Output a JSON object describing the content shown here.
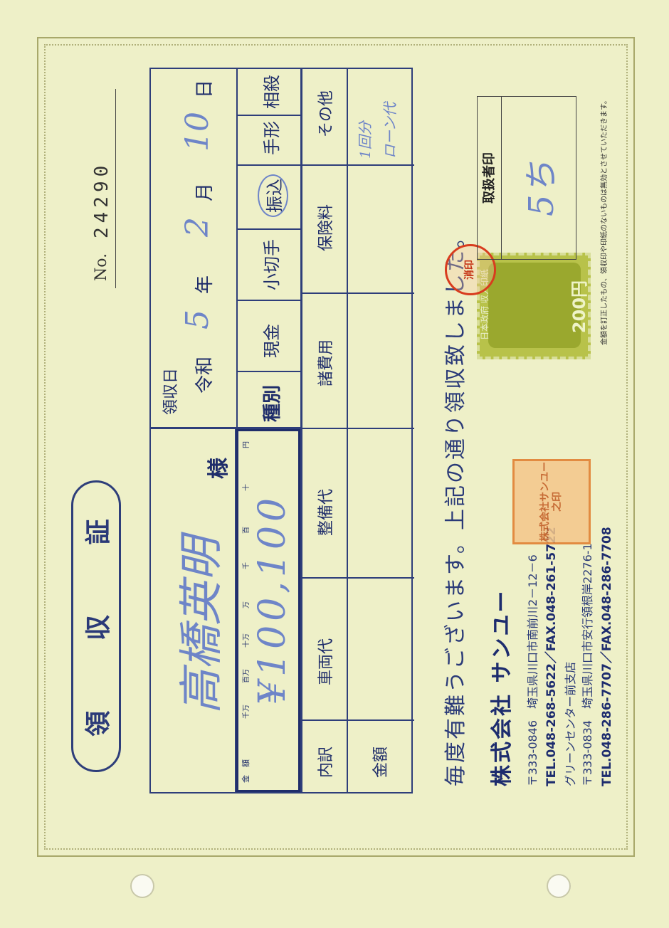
{
  "document": {
    "title_chars": [
      "領",
      "収",
      "証"
    ],
    "number_label": "No.",
    "number": "24290",
    "recipient_handwritten": "高橋英明",
    "recipient_suffix": "様",
    "amount_label": "金　額",
    "amount_units": [
      "千万",
      "百万",
      "十万",
      "万",
      "千",
      "百",
      "十",
      "円"
    ],
    "amount_handwritten": "¥100,100",
    "date_label": "領収日",
    "era": "令和",
    "date_year": "5",
    "year_char": "年",
    "date_month": "2",
    "month_char": "月",
    "date_day": "10",
    "day_char": "日",
    "type_label": "種別",
    "type_options": [
      "現金",
      "小切手",
      "振込",
      "手形",
      "相殺"
    ],
    "type_selected": "振込",
    "breakdown_label": "内訳",
    "breakdown_items": [
      "車両代",
      "整備代",
      "諸費用",
      "保険料",
      "その他"
    ],
    "other_handwritten": [
      "1回分",
      "ローン代"
    ],
    "total_label": "金額",
    "handler_label": "取扱者印",
    "handler_handwritten": "5ち",
    "message": "毎度有難うございます。上記の通り領収致しました。",
    "company": "株式会社 サンユー",
    "address1": "〒333-0846　埼玉県川口市南前川2－12－6",
    "tel1": "TEL.048-268-5622／FAX.048-261-5722",
    "branch": "グリーンセンター前支店",
    "address2": "〒333-0834　埼玉県川口市安行領根岸2276-1",
    "tel2": "TEL.048-286-7707／FAX.048-286-7708",
    "seal_text": "株式会社サンユー之印",
    "stamp_text": "日本政府 収入印紙",
    "stamp_value": "200円",
    "red_seal_text": "消印",
    "footnote": "金額を訂正したもの、領収印や印紙のないものは無効とさせていただきます。"
  },
  "colors": {
    "ink": "#2e3e7a",
    "paper": "#eef0c8",
    "seal": "#e07a2a",
    "stamp": "#9aa82e",
    "red_seal": "#d83c1e"
  }
}
